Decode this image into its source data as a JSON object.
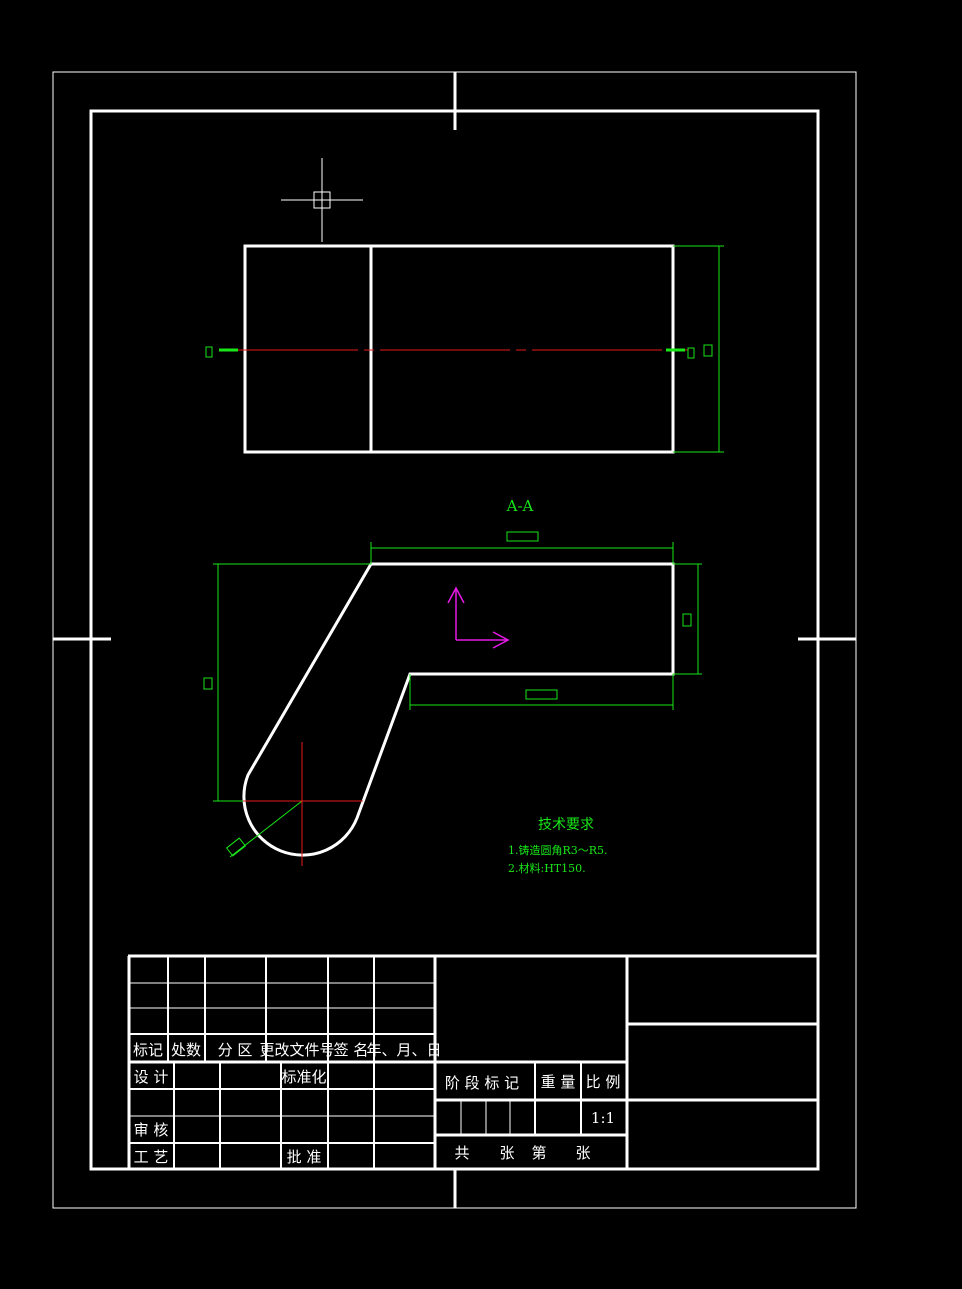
{
  "colors": {
    "background": "#000000",
    "outline": "#ffffff",
    "dimension": "#19e619",
    "centerline": "#e61919",
    "ucs": "#e619e6"
  },
  "drawing": {
    "section_label": "A-A",
    "tech_req": {
      "title": "技术要求",
      "items": [
        "1.铸造圆角R3～R5.",
        "2.材料:HT150."
      ]
    }
  },
  "title_block": {
    "headers": [
      "标记",
      "处数",
      "分 区",
      "更改文件号",
      "签 名",
      "年、月、日"
    ],
    "design": "设 计",
    "standardize": "标准化",
    "review": "审 核",
    "process": "工 艺",
    "approve": "批 准",
    "stage_mark": "阶 段 标 记",
    "weight": "重 量",
    "scale_label": "比 例",
    "scale_value": "1:1",
    "sheets": [
      "共",
      "张",
      "第",
      "张"
    ]
  }
}
